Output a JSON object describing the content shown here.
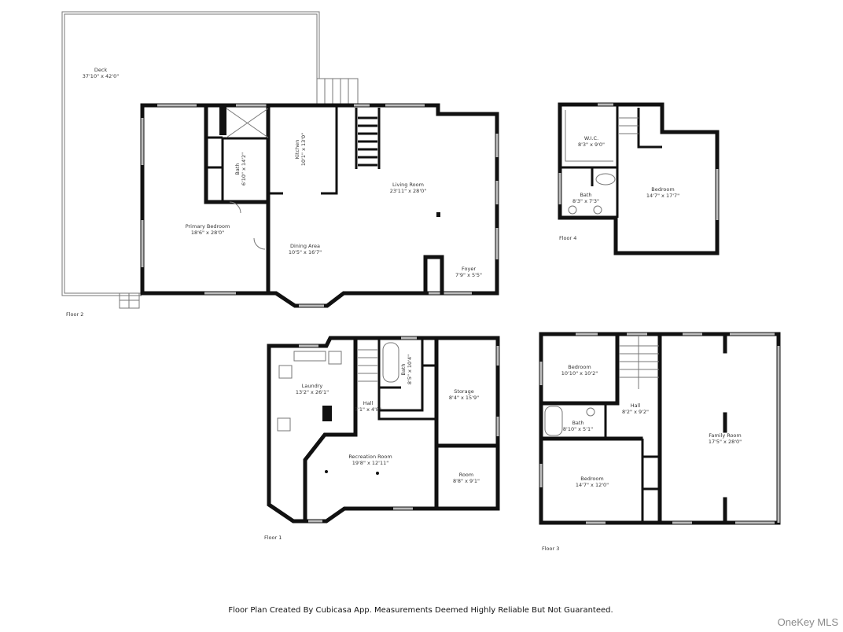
{
  "floor2": {
    "label": "Floor 2",
    "rooms": [
      {
        "name": "Deck",
        "size": "37'10\" x 42'0\""
      },
      {
        "name": "Primary Bedroom",
        "size": "18'6\" x 28'0\""
      },
      {
        "name": "Bath",
        "size": "6'10\" x 14'2\""
      },
      {
        "name": "Kitchen",
        "size": "10'1\" x 13'0\""
      },
      {
        "name": "Living Room",
        "size": "23'11\" x 28'0\""
      },
      {
        "name": "Dining Area",
        "size": "10'5\" x 16'7\""
      },
      {
        "name": "Foyer",
        "size": "7'9\" x 5'5\""
      }
    ]
  },
  "floor4": {
    "label": "Floor 4",
    "rooms": [
      {
        "name": "W.I.C.",
        "size": "8'3\" x 9'0\""
      },
      {
        "name": "Bath",
        "size": "8'3\" x 7'3\""
      },
      {
        "name": "Bedroom",
        "size": "14'7\" x 17'7\""
      }
    ]
  },
  "floor1": {
    "label": "Floor 1",
    "rooms": [
      {
        "name": "Laundry",
        "size": "13'2\" x 26'1\""
      },
      {
        "name": "Hall",
        "size": "3'1\" x 4'8\""
      },
      {
        "name": "Bath",
        "size": "8'5\" x 10'4\""
      },
      {
        "name": "Storage",
        "size": "8'4\" x 15'9\""
      },
      {
        "name": "Recreation Room",
        "size": "19'8\" x 12'11\""
      },
      {
        "name": "Room",
        "size": "8'8\" x 9'1\""
      }
    ]
  },
  "floor3": {
    "label": "Floor 3",
    "rooms": [
      {
        "name": "Bedroom",
        "size": "10'10\" x 10'2\""
      },
      {
        "name": "Hall",
        "size": "8'2\" x 9'2\""
      },
      {
        "name": "Bath",
        "size": "8'10\" x 5'1\""
      },
      {
        "name": "Bedroom",
        "size": "14'7\" x 12'0\""
      },
      {
        "name": "Family Room",
        "size": "17'5\" x 28'0\""
      }
    ]
  },
  "footer": {
    "disclaimer": "Floor Plan Created By Cubicasa App. Measurements Deemed Highly Reliable But Not Guaranteed.",
    "watermark": "OneKey MLS"
  }
}
